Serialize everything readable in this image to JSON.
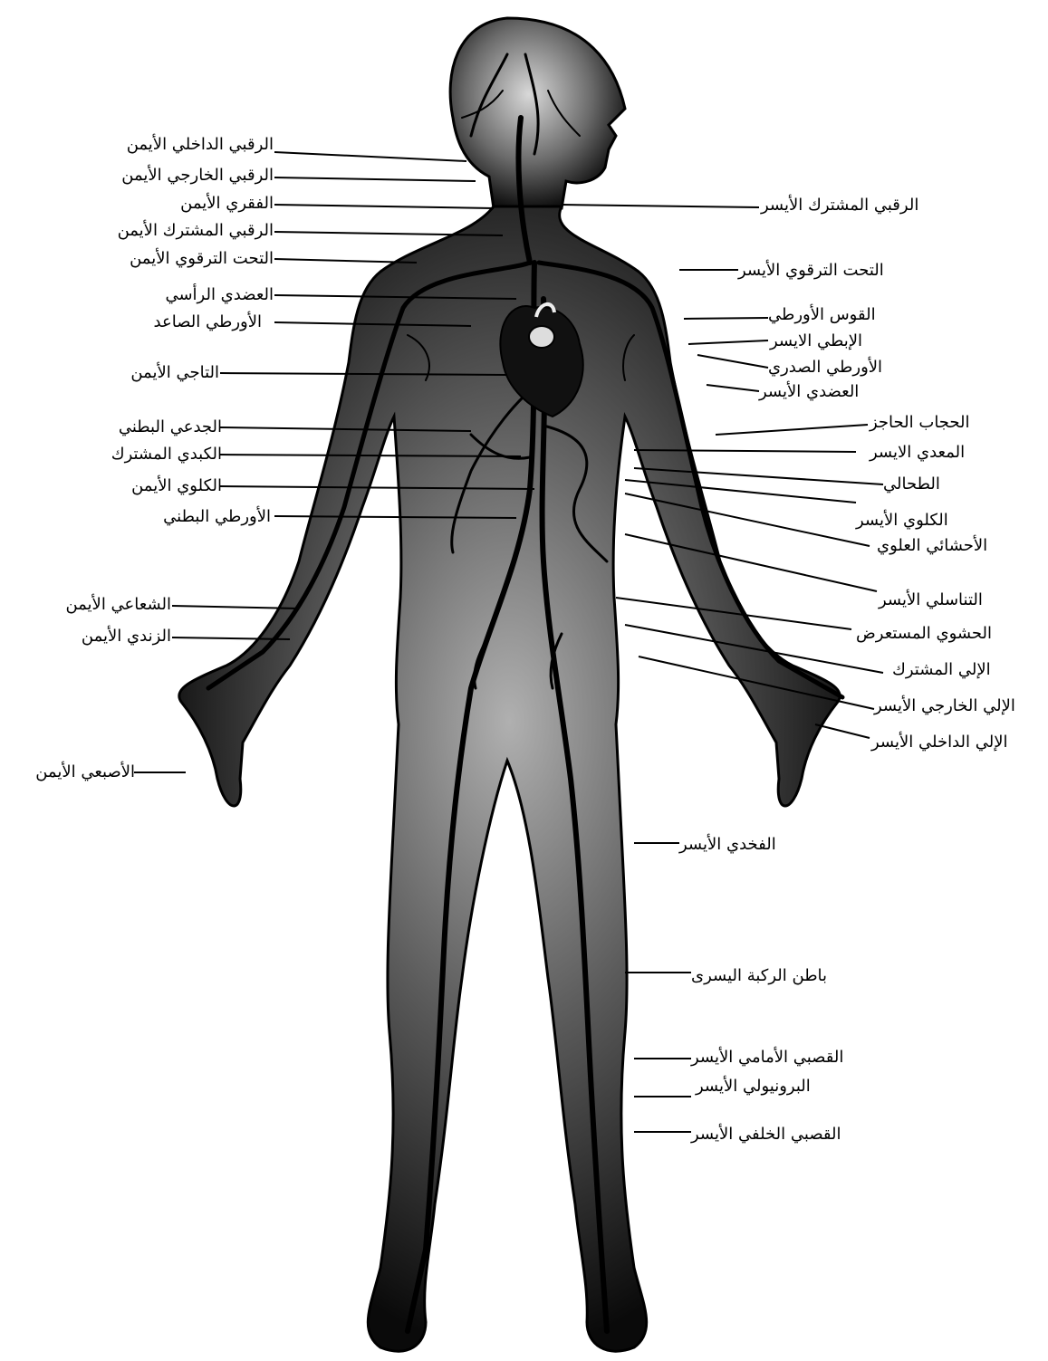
{
  "labels_left": [
    {
      "id": "right-internal-carotid",
      "text": "الرقبي الداخلي الأيمن"
    },
    {
      "id": "right-external-carotid",
      "text": "الرقبي الخارجي الأيمن"
    },
    {
      "id": "right-vertebral",
      "text": "الفقري الأيمن"
    },
    {
      "id": "right-common-carotid",
      "text": "الرقبي المشترك الأيمن"
    },
    {
      "id": "right-subclavian",
      "text": "التحت الترقوي الأيمن"
    },
    {
      "id": "brachiocephalic",
      "text": "العضدي الرأسي"
    },
    {
      "id": "ascending-aorta",
      "text": "الأورطي الصاعد"
    },
    {
      "id": "right-coronary",
      "text": "التاجي الأيمن"
    },
    {
      "id": "celiac-trunk",
      "text": "الجدعي البطني"
    },
    {
      "id": "common-hepatic",
      "text": "الكبدي المشترك"
    },
    {
      "id": "right-renal",
      "text": "الكلوي الأيمن"
    },
    {
      "id": "abdominal-aorta",
      "text": "الأورطي البطني"
    },
    {
      "id": "right-radial",
      "text": "الشعاعي الأيمن"
    },
    {
      "id": "right-ulnar",
      "text": "الزندي الأيمن"
    },
    {
      "id": "right-digital",
      "text": "الأصبعي الأيمن"
    }
  ],
  "labels_right": [
    {
      "id": "left-common-carotid",
      "text": "الرقبي المشترك الأيسر"
    },
    {
      "id": "left-subclavian",
      "text": "التحت الترقوي الأيسر"
    },
    {
      "id": "aortic-arch",
      "text": "القوس الأورطي"
    },
    {
      "id": "left-axillary",
      "text": "الإبطي الايسر"
    },
    {
      "id": "thoracic-aorta",
      "text": "الأورطي الصدري"
    },
    {
      "id": "left-brachial",
      "text": "العضدي الأيسر"
    },
    {
      "id": "diaphragm",
      "text": "الحجاب الحاجز"
    },
    {
      "id": "left-gastric",
      "text": "المعدي الايسر"
    },
    {
      "id": "splenic",
      "text": "الطحالي"
    },
    {
      "id": "left-renal",
      "text": "الكلوي الأيسر"
    },
    {
      "id": "superior-mesenteric",
      "text": "الأحشائي العلوي"
    },
    {
      "id": "left-gonadal",
      "text": "التناسلي الأيسر"
    },
    {
      "id": "transverse-mesenteric",
      "text": "الحشوي المستعرض"
    },
    {
      "id": "common-iliac",
      "text": "الإلي المشترك"
    },
    {
      "id": "left-external-iliac",
      "text": "الإلي الخارجي الأيسر"
    },
    {
      "id": "left-internal-iliac",
      "text": "الإلي الداخلي الأيسر"
    },
    {
      "id": "left-femoral",
      "text": "الفخدي الأيسر"
    },
    {
      "id": "left-popliteal",
      "text": "باطن الركبة اليسرى"
    },
    {
      "id": "left-anterior-tibial",
      "text": "القصبي الأمامي الأيسر"
    },
    {
      "id": "left-peroneal",
      "text": "البرونيولي الأيسر"
    },
    {
      "id": "left-posterior-tibial",
      "text": "القصبي الخلفي الأيسر"
    }
  ]
}
